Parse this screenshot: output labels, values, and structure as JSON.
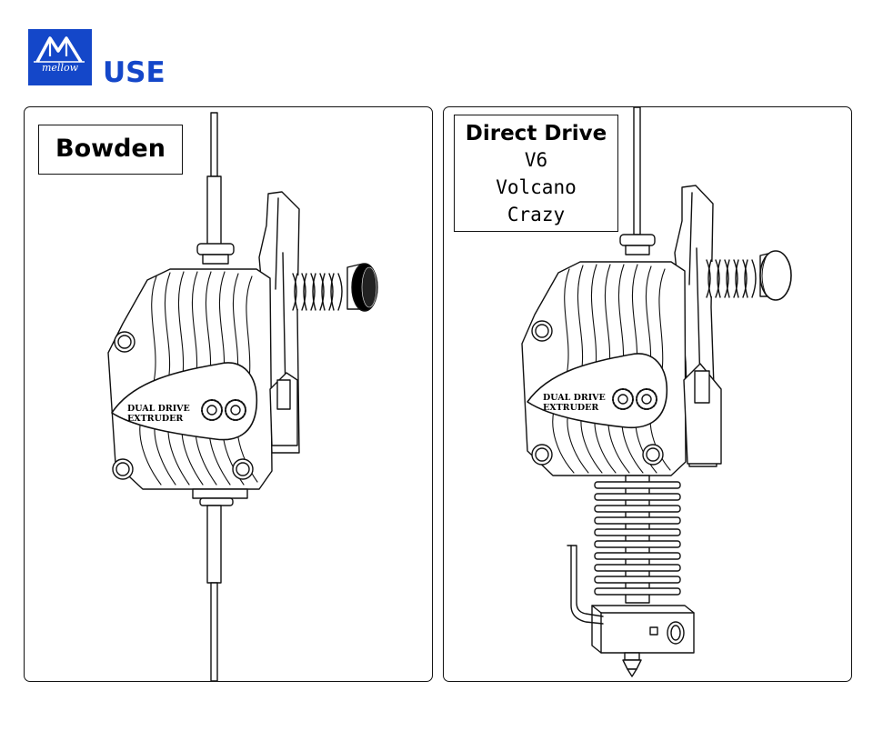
{
  "brand": {
    "logo_text": "mellow"
  },
  "header": {
    "title": "USE"
  },
  "panels": {
    "left": {
      "label": "Bowden"
    },
    "right": {
      "label_title": "Direct Drive",
      "label_lines": [
        "V6",
        "Volcano",
        "Crazy"
      ]
    }
  },
  "extruder_badge": {
    "line1": "DUAL DRIVE",
    "line2": "EXTRUDER"
  },
  "colors": {
    "brand_blue": "#1447c9",
    "line": "#111111"
  }
}
